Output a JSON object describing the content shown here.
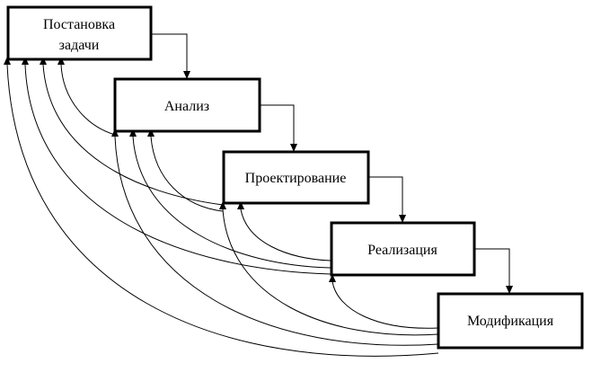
{
  "stages": [
    {
      "id": "task",
      "lines": [
        "Постановка",
        "задачи"
      ]
    },
    {
      "id": "analysis",
      "lines": [
        "Анализ"
      ]
    },
    {
      "id": "design",
      "lines": [
        "Проектирование"
      ]
    },
    {
      "id": "implementation",
      "lines": [
        "Реализация"
      ]
    },
    {
      "id": "modification",
      "lines": [
        "Модификация"
      ]
    }
  ],
  "style": {
    "line_color": "#000000",
    "box_fill": "#ffffff"
  }
}
